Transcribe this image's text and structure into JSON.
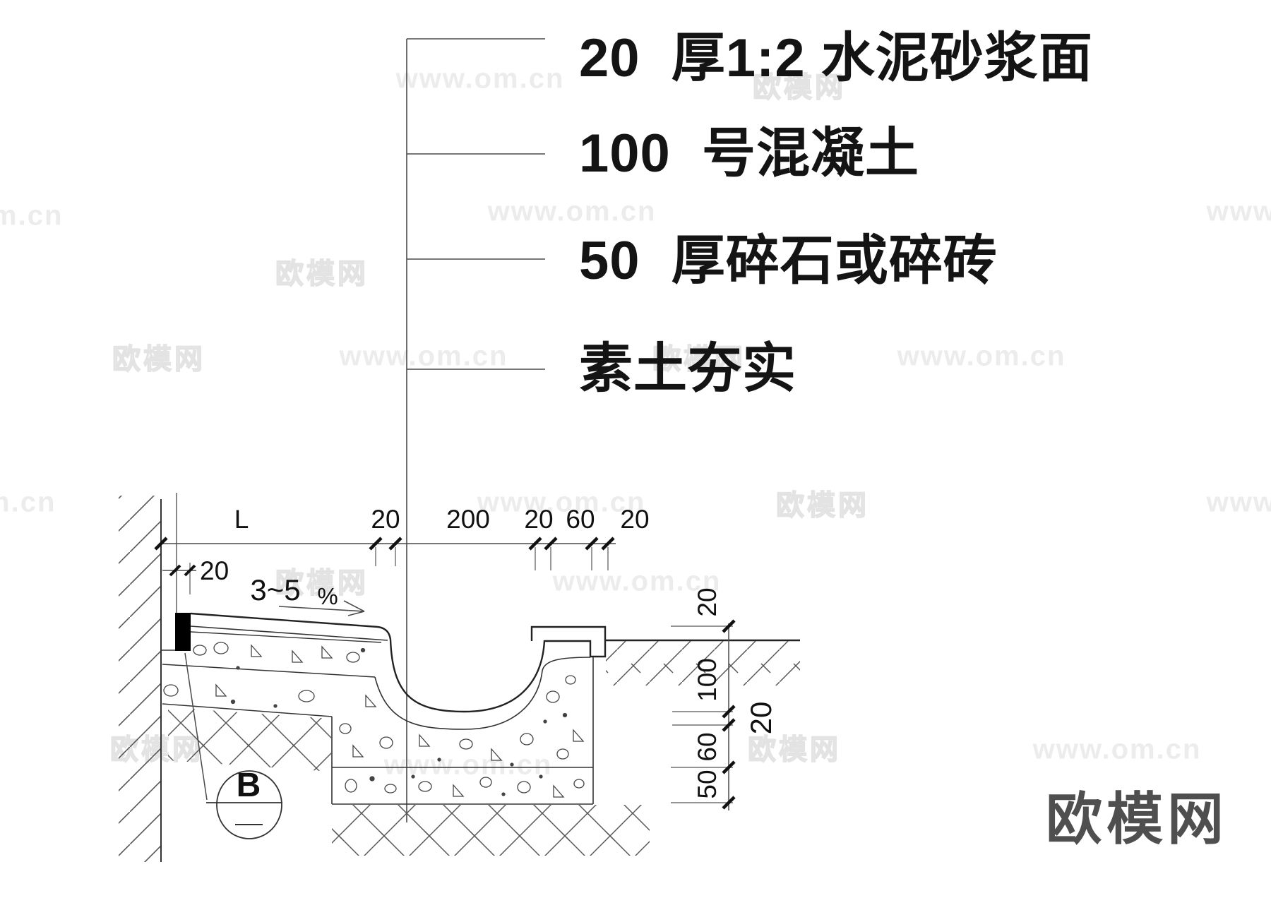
{
  "callouts": {
    "items": [
      {
        "text": "20  厚1:2 水泥砂浆面"
      },
      {
        "text": "100  号混凝土"
      },
      {
        "text": "50  厚碎石或碎砖"
      },
      {
        "text": "素土夯实"
      }
    ]
  },
  "dimensions": {
    "top_chain": {
      "labels": [
        "L",
        "20",
        "200",
        "20",
        "60",
        "20"
      ]
    },
    "left_sub_label": "20",
    "slope": {
      "value": "3~5",
      "percent": "%"
    },
    "right_chain": {
      "labels": [
        "20",
        "100",
        "60",
        "50"
      ],
      "offset_label": "20"
    }
  },
  "detail_bubble": {
    "label": "B"
  },
  "logo": {
    "text": "欧模网"
  },
  "watermarks": {
    "om_url": "www.om.cn",
    "brand": "欧模网"
  },
  "colors": {
    "line_dark": "#222222",
    "line_mid": "#4a4a4a",
    "text_dark": "#141414",
    "watermark": "#ececec",
    "logo_gray": "#4f4f4f",
    "fill_black": "#000000"
  }
}
